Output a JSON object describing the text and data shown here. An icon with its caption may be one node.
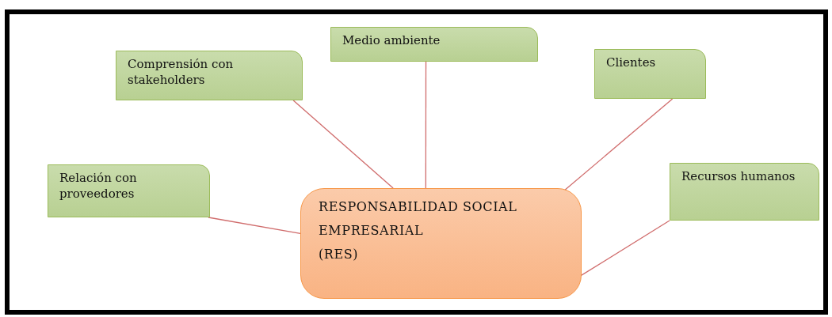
{
  "diagram": {
    "nodes": [
      {
        "text": [
          "Comprensión con stakeholders"
        ]
      },
      {
        "text": [
          "Medio ambiente"
        ]
      },
      {
        "text": [
          "Clientes"
        ]
      },
      {
        "text": [
          "Relación con proveedores"
        ]
      },
      {
        "text": [
          "RESPONSABILIDAD SOCIAL",
          "EMPRESARIAL",
          "(RES)"
        ]
      },
      {
        "text": [
          "Recursos humanos"
        ]
      }
    ],
    "edges": [
      {
        "from": 0,
        "to": 4,
        "arrow": "none"
      },
      {
        "from": 1,
        "to": 4,
        "arrow": "none"
      },
      {
        "from": 2,
        "to": 4,
        "arrow": "none"
      },
      {
        "from": 3,
        "to": 4,
        "arrow": "none"
      },
      {
        "from": 5,
        "to": 4,
        "arrow": "none"
      }
    ]
  }
}
